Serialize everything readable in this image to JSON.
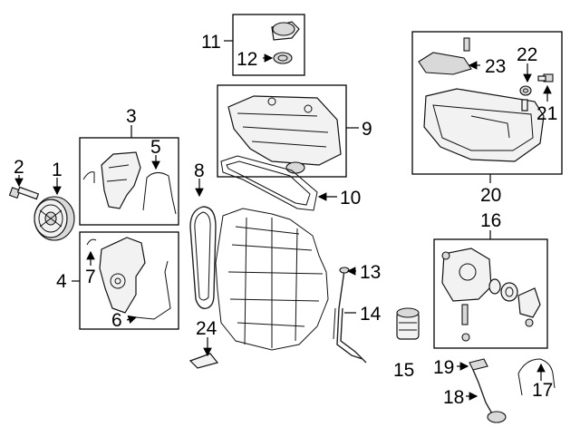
{
  "callouts": {
    "n1": "1",
    "n2": "2",
    "n3": "3",
    "n4": "4",
    "n5": "5",
    "n6": "6",
    "n7": "7",
    "n8": "8",
    "n9": "9",
    "n10": "10",
    "n11": "11",
    "n12": "12",
    "n13": "13",
    "n14": "14",
    "n15": "15",
    "n16": "16",
    "n17": "17",
    "n18": "18",
    "n19": "19",
    "n20": "20",
    "n21": "21",
    "n22": "22",
    "n23": "23",
    "n24": "24"
  }
}
